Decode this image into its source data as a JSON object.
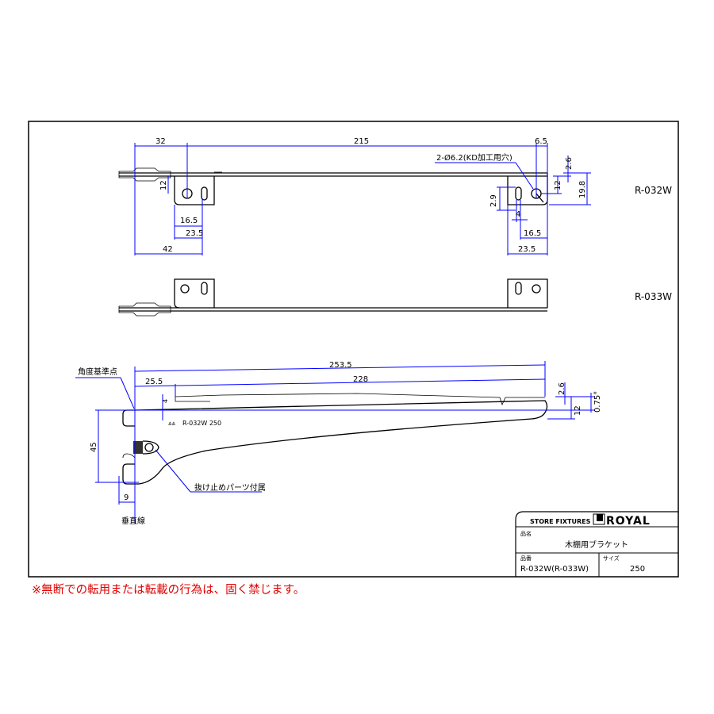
{
  "views": {
    "top_label": "R-032W",
    "front_label": "R-033W"
  },
  "dimensions": {
    "top": {
      "d32": "32",
      "d215": "215",
      "d6_5": "6.5",
      "hole_note": "2-Ø6.2(KD加工用穴)",
      "d2_6": "2.6",
      "d12_right": "12",
      "d19_8": "19.8",
      "d12_left": "12",
      "d16_5_left": "16.5",
      "d23_5_left": "23.5",
      "d42": "42",
      "d2_9": "2.9",
      "d4": "4",
      "d16_5_right": "16.5",
      "d23_5_right": "23.5"
    },
    "side": {
      "d253_5": "253.5",
      "d25_5": "25.5",
      "d228": "228",
      "d4": "4",
      "d2_6": "2.6",
      "d12": "12",
      "angle": "0.75°",
      "d45": "45",
      "d9": "9",
      "engraving": "R-032W   250"
    }
  },
  "annotations": {
    "angle_ref": "角度基準点",
    "stopper": "抜け止めパーツ付属",
    "vertical": "垂直線"
  },
  "title_block": {
    "store_fixtures": "STORE FIXTURES",
    "brand": "ROYAL",
    "name_label": "品名",
    "name_value": "木棚用ブラケット",
    "code_label": "品番",
    "code_value": "R-032W(R-033W)",
    "size_label": "サイズ",
    "size_value": "250"
  },
  "notice": "※無断での転用または転載の行為は、固く禁じます。",
  "colors": {
    "dimension": "#0000ff",
    "notice": "#e00000"
  }
}
